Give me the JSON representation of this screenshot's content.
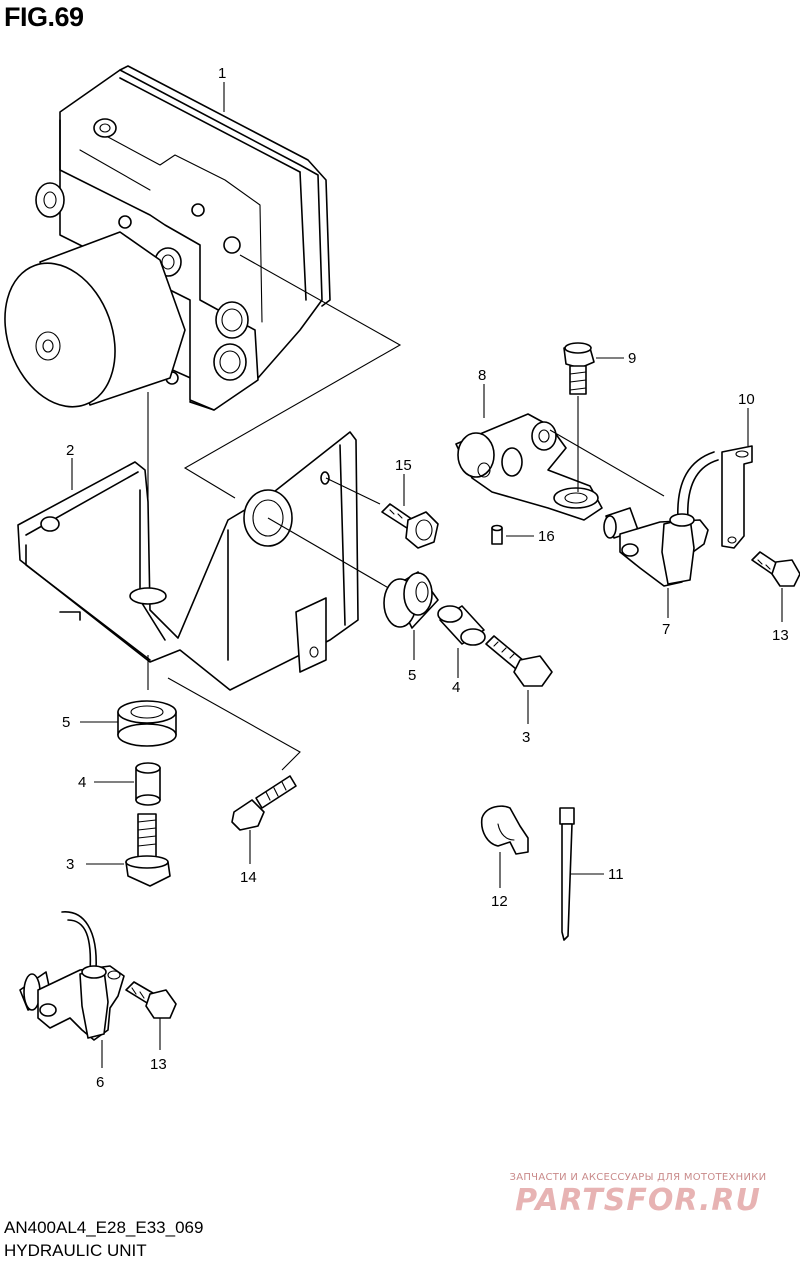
{
  "figure": {
    "title": "FIG.69"
  },
  "footer": {
    "code": "AN400AL4_E28_E33_069",
    "name": "HYDRAULIC UNIT"
  },
  "watermark": {
    "tagline": "ЗАПЧАСТИ И АКСЕССУАРЫ ДЛЯ МОТОТЕХНИКИ",
    "brand": "PARTSFOR.RU"
  },
  "callouts": [
    {
      "id": "hydraulic-unit",
      "number": "1"
    },
    {
      "id": "bracket",
      "number": "2"
    },
    {
      "id": "bolt-right",
      "number": "3"
    },
    {
      "id": "bolt-left",
      "number": "3"
    },
    {
      "id": "spacer-right",
      "number": "4"
    },
    {
      "id": "spacer-left",
      "number": "4"
    },
    {
      "id": "cushion-right",
      "number": "5"
    },
    {
      "id": "cushion-left",
      "number": "5"
    },
    {
      "id": "sensor-front",
      "number": "6"
    },
    {
      "id": "sensor-rear",
      "number": "7"
    },
    {
      "id": "sensor-bracket",
      "number": "8"
    },
    {
      "id": "bolt-9",
      "number": "9"
    },
    {
      "id": "holder-10",
      "number": "10"
    },
    {
      "id": "clamp-tie",
      "number": "11"
    },
    {
      "id": "clamp-12",
      "number": "12"
    },
    {
      "id": "bolt-13-rear",
      "number": "13"
    },
    {
      "id": "bolt-13-front",
      "number": "13"
    },
    {
      "id": "bolt-14",
      "number": "14"
    },
    {
      "id": "bolt-15",
      "number": "15"
    },
    {
      "id": "pin-16",
      "number": "16"
    }
  ]
}
